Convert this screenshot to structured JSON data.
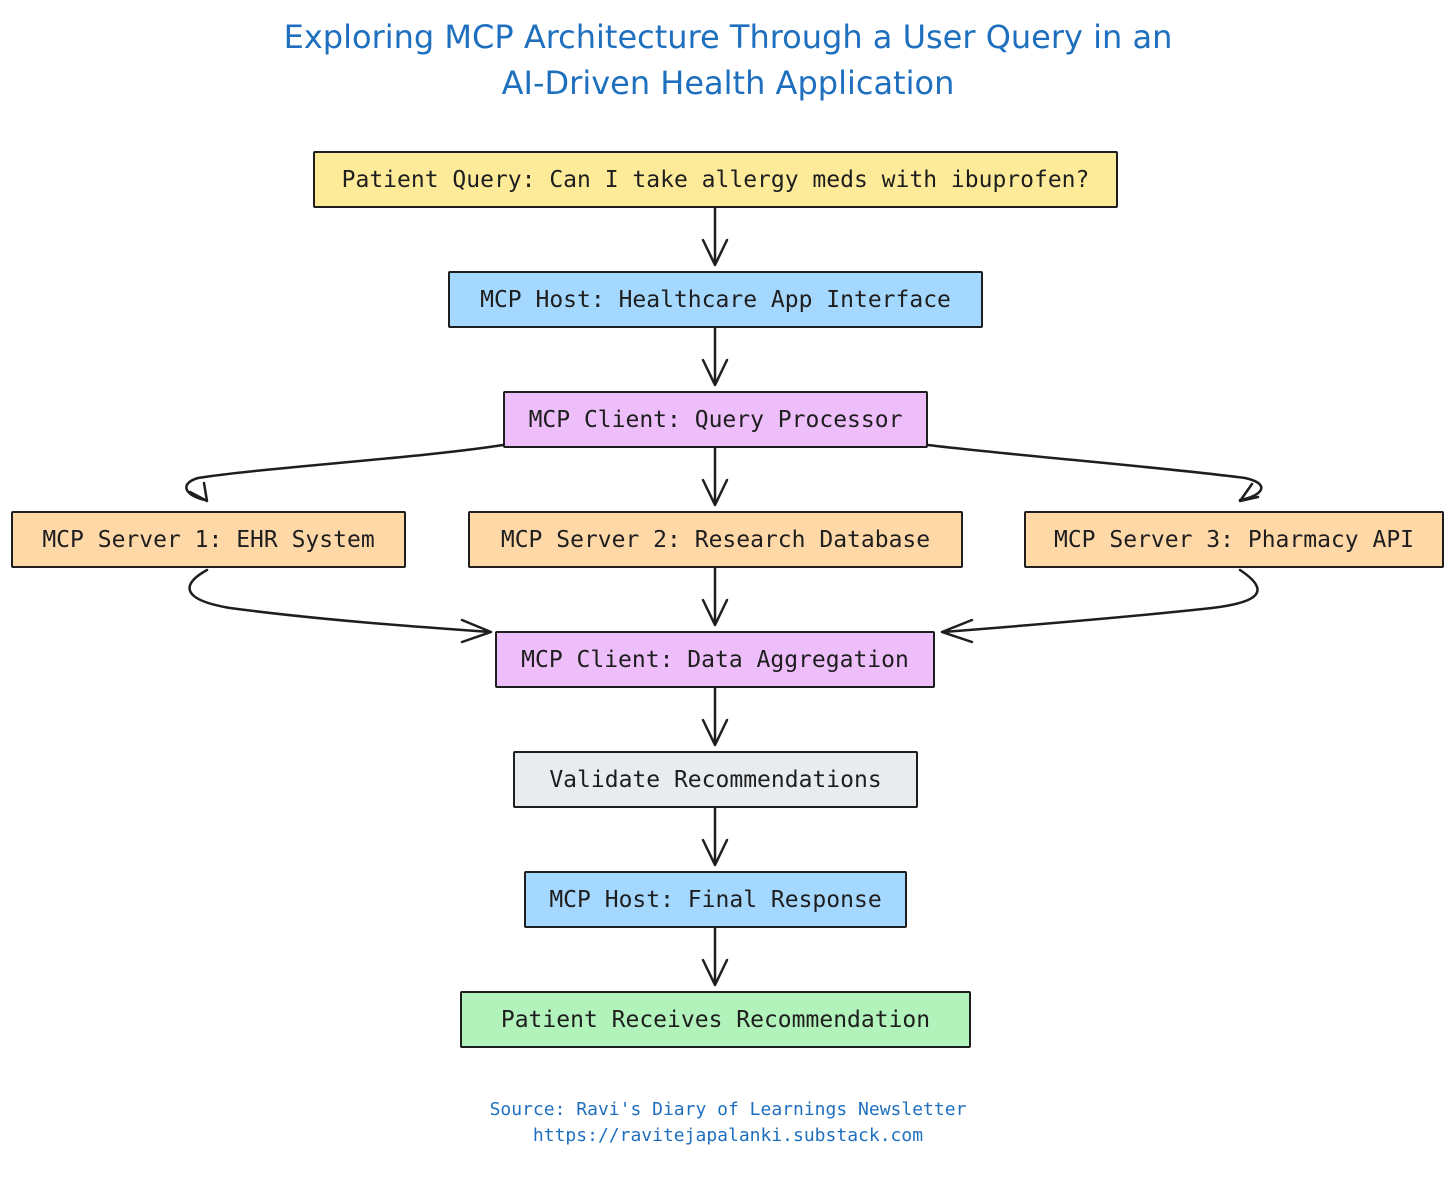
{
  "title": {
    "line1": "Exploring MCP Architecture Through a User Query in an",
    "line2": "AI-Driven Health Application"
  },
  "nodes": {
    "patient_query": {
      "label": "Patient Query: Can I take allergy meds with ibuprofen?",
      "color": "#fdeb99"
    },
    "host_interface": {
      "label": "MCP Host: Healthcare App Interface",
      "color": "#a5d8ff"
    },
    "client_processor": {
      "label": "MCP Client: Query Processor",
      "color": "#eebefa"
    },
    "server_ehr": {
      "label": "MCP Server 1: EHR System",
      "color": "#ffd8a8"
    },
    "server_research": {
      "label": "MCP Server 2: Research Database",
      "color": "#ffd8a8"
    },
    "server_pharmacy": {
      "label": "MCP Server 3: Pharmacy API",
      "color": "#ffd8a8"
    },
    "client_aggregation": {
      "label": "MCP Client: Data Aggregation",
      "color": "#eebefa"
    },
    "validate": {
      "label": "Validate Recommendations",
      "color": "#e9ecef"
    },
    "host_final": {
      "label": "MCP Host: Final Response",
      "color": "#a5d8ff"
    },
    "patient_receives": {
      "label": "Patient Receives Recommendation",
      "color": "#b2f2bb"
    }
  },
  "source": {
    "line1": "Source: Ravi's Diary of Learnings Newsletter",
    "line2": "https://ravitejapalanki.substack.com"
  }
}
